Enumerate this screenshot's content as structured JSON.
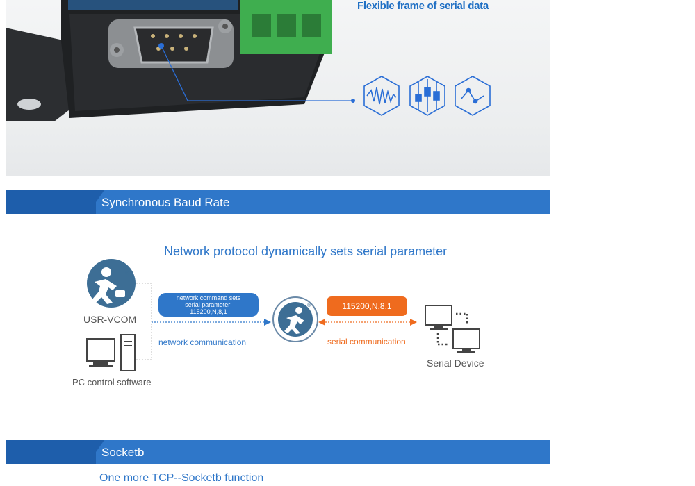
{
  "photo": {
    "caption": "Flexible frame of serial data",
    "icons": [
      "waveform-icon",
      "frame-bits-icon",
      "line-graph-icon"
    ]
  },
  "sections": [
    {
      "title": "Synchronous Baud Rate"
    },
    {
      "title": "Socketb"
    }
  ],
  "diagram": {
    "title": "Network protocol dynamically sets serial parameter",
    "vcom_label": "USR-VCOM",
    "pc_label": "PC control software",
    "command_lines": [
      "network command sets",
      "serial parameter:",
      "115200,N,8,1"
    ],
    "network_label": "network communication",
    "serial_param": "115200,N,8,1",
    "serial_label": "serial communication",
    "device_label": "Serial Device",
    "colors": {
      "blue": "#2f77c9",
      "orange": "#ef6b1e",
      "icon_bg": "#3d6e95"
    }
  },
  "socketb": {
    "subtitle": "One more TCP--Socketb function"
  }
}
